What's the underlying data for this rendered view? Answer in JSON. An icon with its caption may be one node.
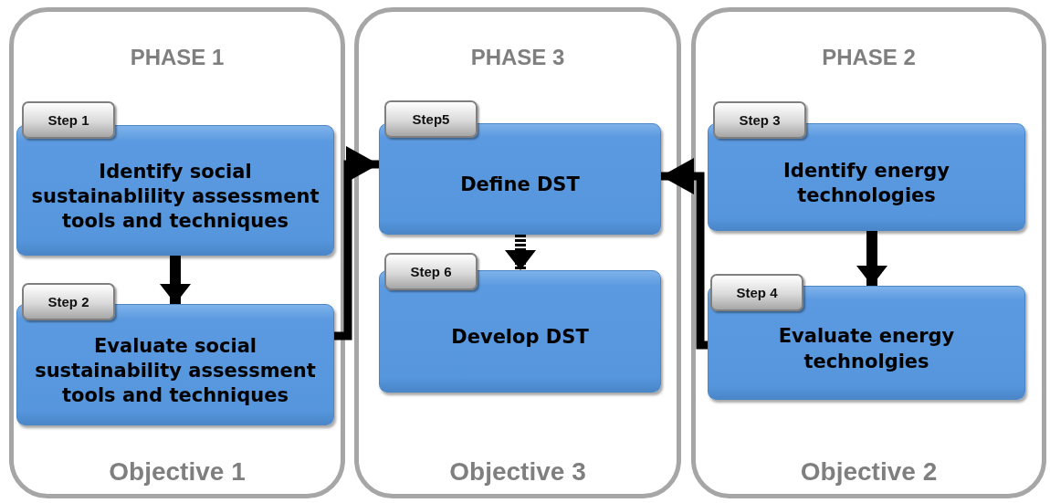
{
  "diagram": {
    "nodes": [
      {
        "text": [
          "PHASE 1",
          "Objective 1"
        ]
      },
      {
        "text": [
          "Step 1"
        ],
        "in": 0
      },
      {
        "text": [
          "Identify social sustainablility assessment tools and techniques"
        ],
        "in": 0
      },
      {
        "text": [
          "Step 2"
        ],
        "in": 0
      },
      {
        "text": [
          "Evaluate social sustainability assessment tools and techniques"
        ],
        "in": 0
      },
      {
        "text": [
          "PHASE 3",
          "Objective 3"
        ]
      },
      {
        "text": [
          "Step5"
        ],
        "in": 5
      },
      {
        "text": [
          "Define DST"
        ],
        "in": 5
      },
      {
        "text": [
          "Step 6"
        ],
        "in": 5
      },
      {
        "text": [
          "Develop DST"
        ],
        "in": 5
      },
      {
        "text": [
          "PHASE 2",
          "Objective 2"
        ]
      },
      {
        "text": [
          "Step 3"
        ],
        "in": 10
      },
      {
        "text": [
          "Identify energy technologies"
        ],
        "in": 10
      },
      {
        "text": [
          "Step 4"
        ],
        "in": 10
      },
      {
        "text": [
          "Evaluate energy technolgies"
        ],
        "in": 10
      }
    ],
    "edges": [
      {
        "from": 2,
        "to": 4,
        "arrow": "to"
      },
      {
        "from": 4,
        "to": 7,
        "arrow": "to"
      },
      {
        "from": 7,
        "to": 9,
        "arrow": "to",
        "style": "dashed"
      },
      {
        "from": 12,
        "to": 14,
        "arrow": "to"
      },
      {
        "from": 14,
        "to": 7,
        "arrow": "to"
      }
    ]
  }
}
